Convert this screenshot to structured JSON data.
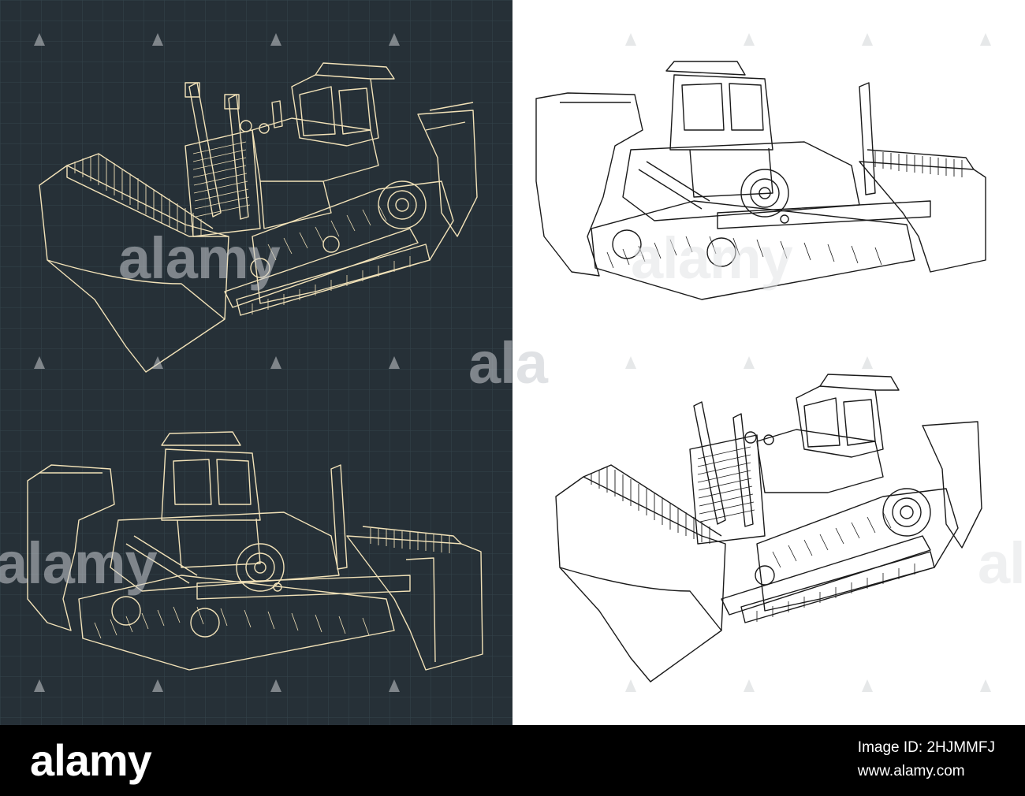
{
  "watermark": {
    "text": "alamy",
    "short_text": "ala",
    "icon": "alamy-a-icon"
  },
  "footer": {
    "logo": "alamy",
    "image_id_line": "Image ID: 2HJMMFJ",
    "site_line": "www.alamy.com"
  },
  "colors": {
    "dark_background": "#263037",
    "grid_line": "#3a4a52",
    "cream_line": "#f2e2b8",
    "light_background": "#ffffff",
    "black_line": "#1a1a1a",
    "footer_background": "#000000"
  }
}
